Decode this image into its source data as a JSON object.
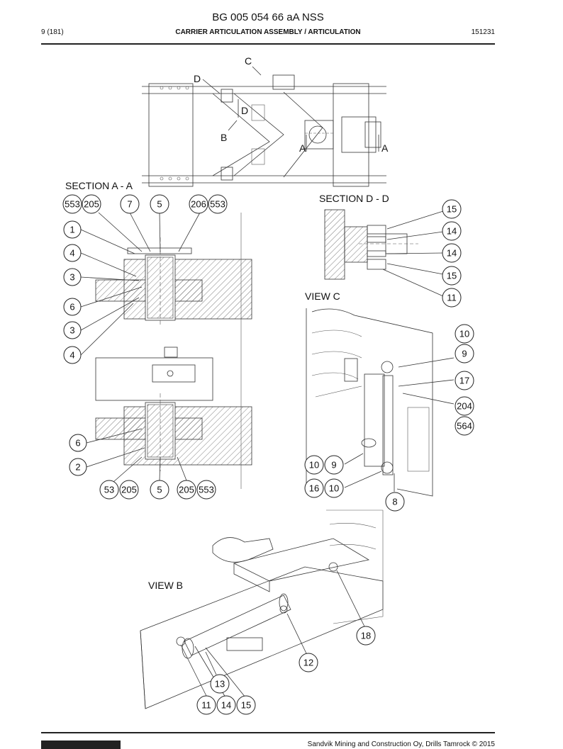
{
  "header": {
    "doc_code": "BG 005 054 66 aA NSS",
    "page": "9 (181)",
    "section_title": "CARRIER ARTICULATION ASSEMBLY / ARTICULATION",
    "date": "151231"
  },
  "views": {
    "top_markers": [
      "C",
      "D",
      "D",
      "B",
      "A",
      "A"
    ],
    "section_aa": "SECTION A - A",
    "section_dd": "SECTION D - D",
    "view_c": "VIEW C",
    "view_b": "VIEW B"
  },
  "callouts": {
    "aa_top": [
      "553",
      "205",
      "7",
      "5",
      "206",
      "553"
    ],
    "aa_left": [
      "1",
      "4",
      "3",
      "6",
      "3",
      "4",
      "6",
      "2"
    ],
    "aa_bottom": [
      "53",
      "205",
      "5",
      "205",
      "553"
    ],
    "dd_right": [
      "15",
      "14",
      "14",
      "15",
      "11"
    ],
    "c_right": [
      "10",
      "9",
      "17",
      "204",
      "564"
    ],
    "c_bottom": [
      "10",
      "9",
      "16",
      "10",
      "8"
    ],
    "b": [
      "18",
      "12",
      "13",
      "11",
      "14",
      "15"
    ]
  },
  "footer": {
    "copyright": "Sandvik Mining and Construction Oy, Drills Tamrock © 2015"
  }
}
